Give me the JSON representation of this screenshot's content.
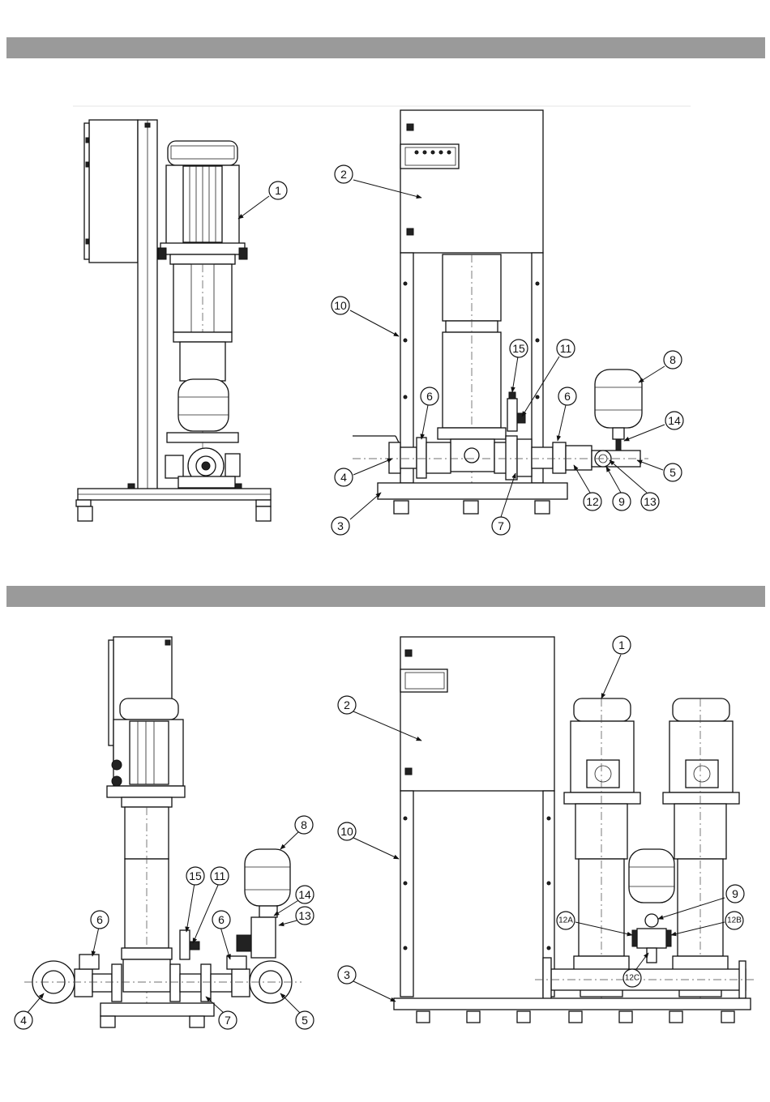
{
  "callouts": {
    "top_left": [
      {
        "id": "c-tl-1",
        "label": "1"
      }
    ],
    "top_right": [
      {
        "id": "c-tr-2",
        "label": "2"
      },
      {
        "id": "c-tr-10",
        "label": "10"
      },
      {
        "id": "c-tr-15",
        "label": "15"
      },
      {
        "id": "c-tr-11",
        "label": "11"
      },
      {
        "id": "c-tr-8",
        "label": "8"
      },
      {
        "id": "c-tr-6a",
        "label": "6"
      },
      {
        "id": "c-tr-6b",
        "label": "6"
      },
      {
        "id": "c-tr-14",
        "label": "14"
      },
      {
        "id": "c-tr-4",
        "label": "4"
      },
      {
        "id": "c-tr-5",
        "label": "5"
      },
      {
        "id": "c-tr-3",
        "label": "3"
      },
      {
        "id": "c-tr-12",
        "label": "12"
      },
      {
        "id": "c-tr-9",
        "label": "9"
      },
      {
        "id": "c-tr-13",
        "label": "13"
      },
      {
        "id": "c-tr-7",
        "label": "7"
      }
    ],
    "bottom_left": [
      {
        "id": "c-bl-8",
        "label": "8"
      },
      {
        "id": "c-bl-15",
        "label": "15"
      },
      {
        "id": "c-bl-11",
        "label": "11"
      },
      {
        "id": "c-bl-14",
        "label": "14"
      },
      {
        "id": "c-bl-13",
        "label": "13"
      },
      {
        "id": "c-bl-6a",
        "label": "6"
      },
      {
        "id": "c-bl-6b",
        "label": "6"
      },
      {
        "id": "c-bl-4",
        "label": "4"
      },
      {
        "id": "c-bl-7",
        "label": "7"
      },
      {
        "id": "c-bl-5",
        "label": "5"
      }
    ],
    "bottom_right": [
      {
        "id": "c-br-1",
        "label": "1"
      },
      {
        "id": "c-br-2",
        "label": "2"
      },
      {
        "id": "c-br-10",
        "label": "10"
      },
      {
        "id": "c-br-9",
        "label": "9"
      },
      {
        "id": "c-br-12a",
        "label": "12A"
      },
      {
        "id": "c-br-12b",
        "label": "12B"
      },
      {
        "id": "c-br-12c",
        "label": "12C"
      },
      {
        "id": "c-br-3",
        "label": "3"
      }
    ]
  },
  "colors": {
    "band": "#9a9a9a",
    "line": "#111111"
  }
}
